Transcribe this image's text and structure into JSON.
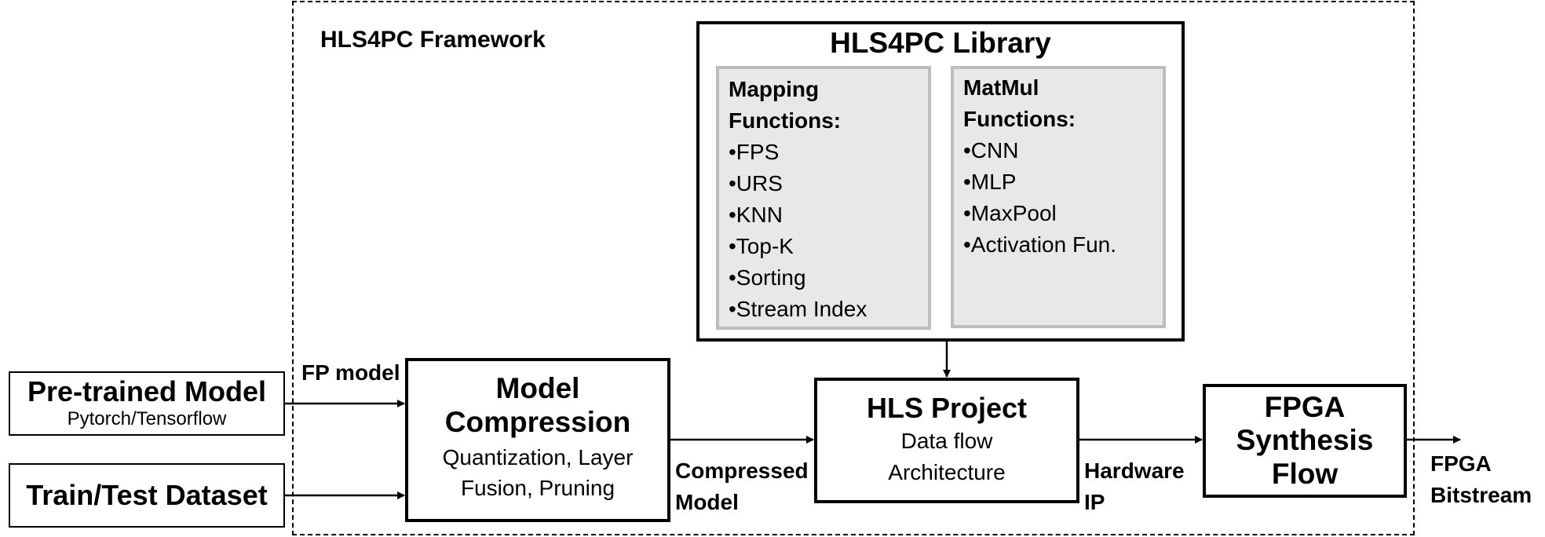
{
  "framework": {
    "title": "HLS4PC Framework"
  },
  "library": {
    "title": "HLS4PC Library",
    "mapping": {
      "heading_line1": "Mapping",
      "heading_line2": "Functions:",
      "items": [
        "•FPS",
        "•URS",
        "•KNN",
        "•Top-K",
        "•Sorting",
        "•Stream Index"
      ]
    },
    "matmul": {
      "heading_line1": "MatMul",
      "heading_line2": "Functions:",
      "items": [
        "•CNN",
        "•MLP",
        "•MaxPool",
        "•Activation Fun."
      ]
    }
  },
  "pretrained": {
    "title": "Pre-trained Model",
    "subtitle": "Pytorch/Tensorflow"
  },
  "dataset": {
    "title": "Train/Test Dataset"
  },
  "compression": {
    "title_line1": "Model",
    "title_line2": "Compression",
    "sub_line1": "Quantization, Layer",
    "sub_line2": "Fusion, Pruning"
  },
  "hls_project": {
    "title": "HLS Project",
    "sub_line1": "Data flow",
    "sub_line2": "Architecture"
  },
  "fpga_flow": {
    "line1": "FPGA",
    "line2": "Synthesis",
    "line3": "Flow"
  },
  "labels": {
    "fp_model": "FP model",
    "compressed_line1": "Compressed",
    "compressed_line2": "Model",
    "hardware_line1": "Hardware",
    "hardware_line2": "IP",
    "fpga_out_line1": "FPGA",
    "fpga_out_line2": "Bitstream"
  }
}
